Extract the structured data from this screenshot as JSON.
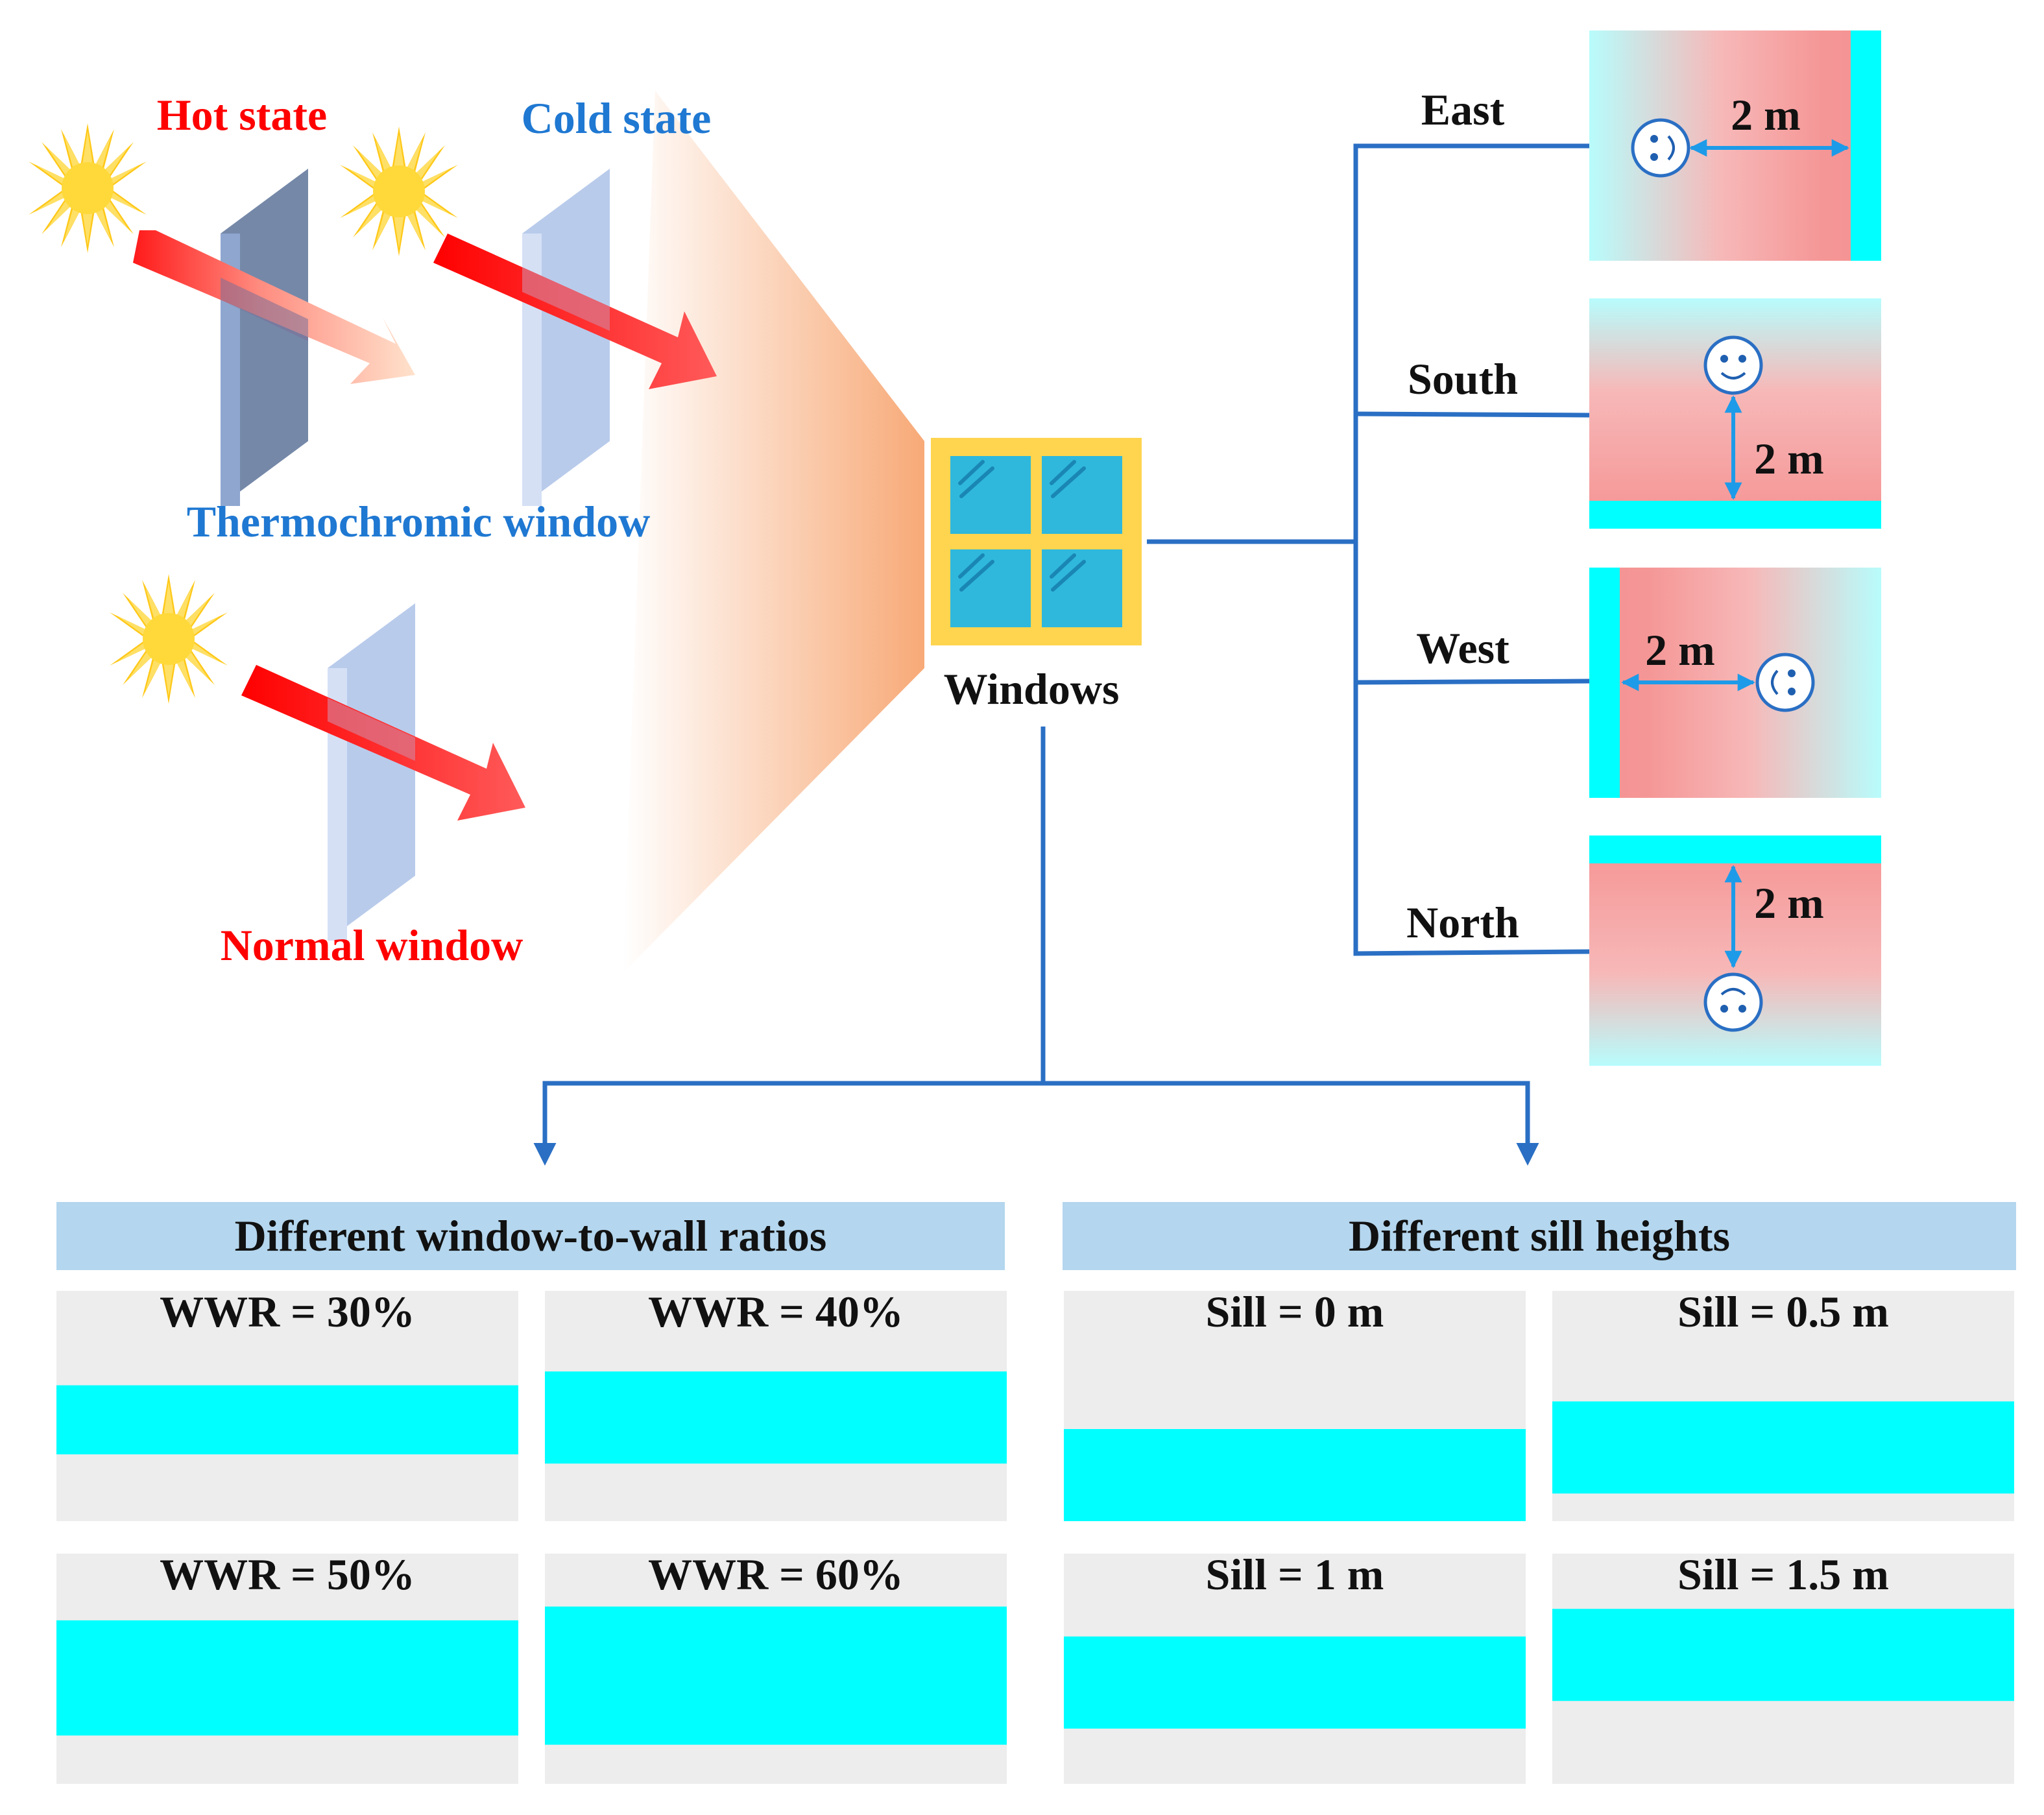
{
  "labels": {
    "hot_state": "Hot state",
    "cold_state": "Cold state",
    "thermochromic_window": "Thermochromic window",
    "normal_window": "Normal window",
    "windows": "Windows"
  },
  "orientations": [
    {
      "name": "East",
      "distance": "2 m"
    },
    {
      "name": "South",
      "distance": "2 m"
    },
    {
      "name": "West",
      "distance": "2 m"
    },
    {
      "name": "North",
      "distance": "2 m"
    }
  ],
  "wwr_section": {
    "title": "Different window-to-wall ratios",
    "cases": [
      {
        "label": "WWR = 30%",
        "ratio": 0.3
      },
      {
        "label": "WWR = 40%",
        "ratio": 0.4
      },
      {
        "label": "WWR = 50%",
        "ratio": 0.5
      },
      {
        "label": "WWR = 60%",
        "ratio": 0.6
      }
    ]
  },
  "sill_section": {
    "title": "Different sill heights",
    "cases": [
      {
        "label": "Sill = 0 m",
        "sill_m": 0
      },
      {
        "label": "Sill = 0.5 m",
        "sill_m": 0.5
      },
      {
        "label": "Sill = 1 m",
        "sill_m": 1
      },
      {
        "label": "Sill = 1.5 m",
        "sill_m": 1.5
      }
    ]
  },
  "colors": {
    "hot_red": "#ff0000",
    "cold_blue": "#1f78d2",
    "line_blue": "#2a6fc4",
    "cyan": "#00ffff",
    "panel_gray": "#ededed",
    "header_blue": "#b4d6ee",
    "window_frame": "#ffd54f",
    "window_glass": "#2fb8dc"
  },
  "icons": [
    "sun-icon",
    "glass-pane-icon",
    "window-icon",
    "face-icon",
    "double-arrow-icon"
  ]
}
